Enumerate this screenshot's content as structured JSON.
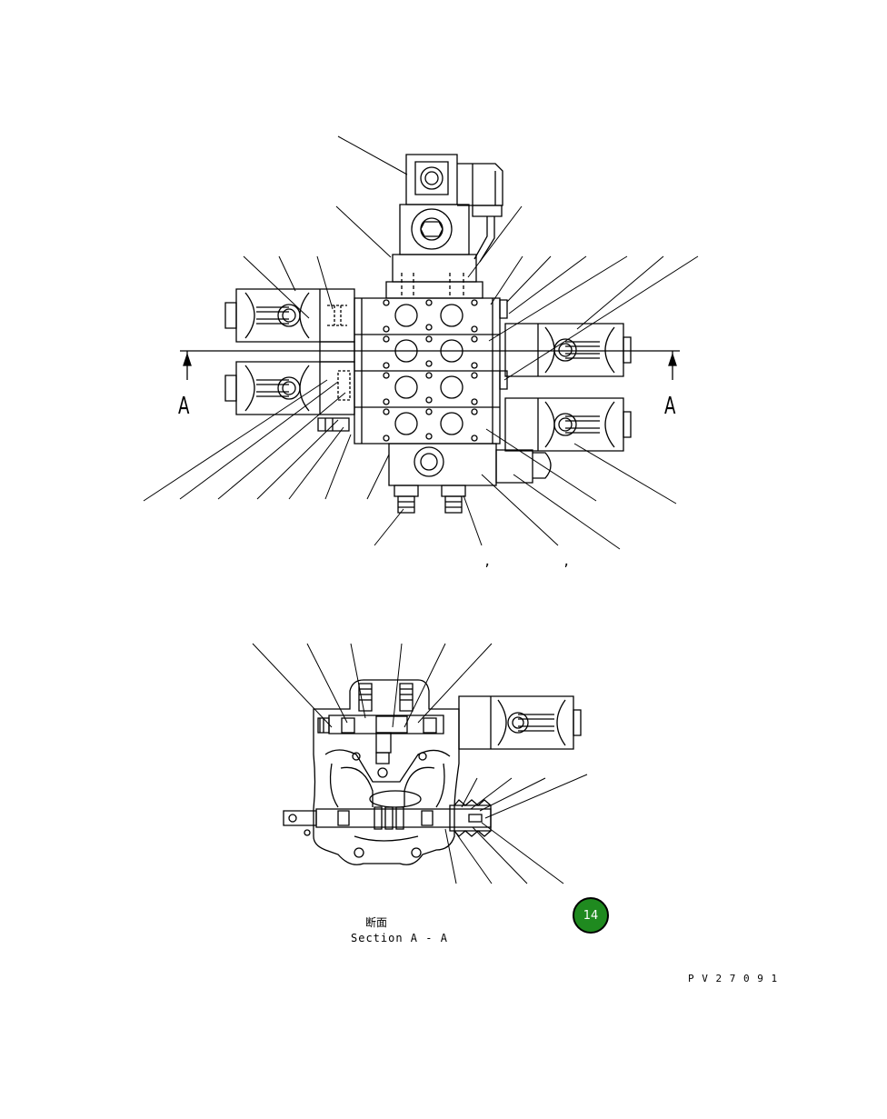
{
  "drawing": {
    "section_marker_left": "A",
    "section_marker_right": "A",
    "caption_jp": "断面",
    "caption_en": "Section A - A",
    "drawing_code": "P V 2 7 0 9 1",
    "page_badge": "14",
    "comma_marks": [
      ",",
      ","
    ],
    "badge_color": "#1f8a1f"
  }
}
